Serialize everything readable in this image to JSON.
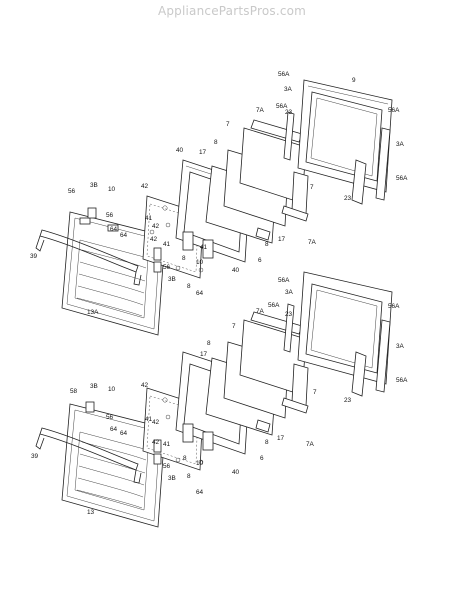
{
  "header": {
    "site": "AppliancePartsPros.com"
  },
  "callouts": {
    "upper": [
      "56A",
      "9",
      "3A",
      "56A",
      "7A",
      "23",
      "56A",
      "7",
      "3A",
      "56A",
      "40",
      "8",
      "17",
      "7",
      "56",
      "3B",
      "10",
      "42",
      "41",
      "64",
      "42",
      "56",
      "64",
      "42",
      "39",
      "41",
      "8",
      "56",
      "3B",
      "10",
      "23",
      "7A",
      "8",
      "17",
      "40",
      "6",
      "64",
      "8",
      "41",
      "13A"
    ],
    "lower": [
      "56A",
      "3A",
      "56A",
      "7A",
      "23",
      "56A",
      "3A",
      "7",
      "56A",
      "8",
      "17",
      "7",
      "58",
      "3B",
      "10",
      "42",
      "41",
      "64",
      "42",
      "56",
      "64",
      "42",
      "39",
      "41",
      "8",
      "56",
      "3B",
      "10",
      "23",
      "7A",
      "8",
      "17",
      "40",
      "6",
      "64",
      "8",
      "13"
    ]
  }
}
